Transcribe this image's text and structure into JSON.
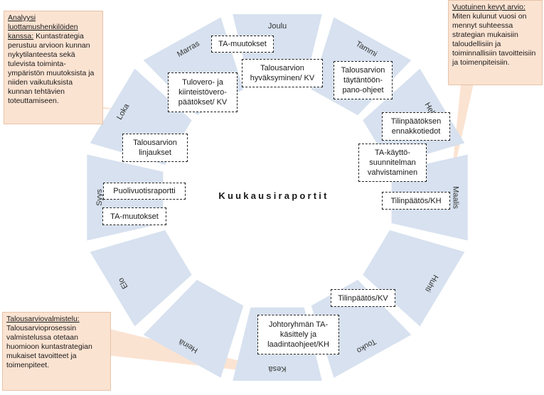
{
  "center_title": "Kuukausiraportit",
  "months": [
    {
      "key": "joulu",
      "label": "Joulu"
    },
    {
      "key": "tammi",
      "label": "Tammi"
    },
    {
      "key": "helmi",
      "label": "Helmi"
    },
    {
      "key": "maalis",
      "label": "Maalis"
    },
    {
      "key": "huhti",
      "label": "Huhti"
    },
    {
      "key": "touko",
      "label": "Touko"
    },
    {
      "key": "kesa",
      "label": "Kesä"
    },
    {
      "key": "heina",
      "label": "Heinä"
    },
    {
      "key": "elo",
      "label": "Elo"
    },
    {
      "key": "syys",
      "label": "Syys"
    },
    {
      "key": "loka",
      "label": "Loka"
    },
    {
      "key": "marras",
      "label": "Marras"
    }
  ],
  "tasks": {
    "ta_muutokset_top": "TA-muutokset",
    "talousarvion_hyvaksyminen": "Talousarvion\nhyväksyminen/ KV",
    "talousarvion_taytantoonpano": "Talousarvion\ntäytäntöön-\npano-ohjeet",
    "tulovero": "Tulovero- ja\nkiinteistövero-\npäätökset/ KV",
    "tilinpaatoksen_ennakkotiedot": "Tilinpäätöksen\nennakkotiedot",
    "ta_kayttosuunnitelman": "TA-käyttö-\nsuunnitelman\nvahvistaminen",
    "talousarvion_linjaukset": "Talousarvion\nlinjaukset",
    "puolivuotisraportti": "Puolivuotisraportti",
    "ta_muutokset_left": "TA-muutokset",
    "tilinpaatos_kh": "Tilinpäätös/KH",
    "tilinpaatos_kv": "Tilinpäätös/KV",
    "johtoryhman": "Johtoryhmän TA-\nkäsittely ja\nlaadintaohjeet/KH"
  },
  "callouts": {
    "analyysi": {
      "heading": "Analyysi luottamushenkilöiden kanssa:",
      "body": " Kuntastrategia perustuu arvioon kunnan nykytilanteesta sekä tulevista toiminta-ympäristön muutoksista ja niiden vaikutuksista kunnan tehtävien toteuttamiseen."
    },
    "vuotuinen": {
      "heading": "Vuotuinen kevyt arvio:",
      "body": "Miten kulunut vuosi on mennyt suhteessa strategian mukaisiin taloudellisiin ja toiminnallisiin tavoitteisiin ja toimenpiteisiin."
    },
    "valmistelu": {
      "heading": "Talousarviovalmistelu:",
      "body": "Talousarvioprosessin valmistelussa otetaan huomioon kuntastrategian mukaiset tavoitteet ja toimenpiteet."
    }
  },
  "colors": {
    "segment": "#d7e1ef",
    "callout_fill": "#fbe3d2",
    "callout_border": "#e7c3a8"
  }
}
